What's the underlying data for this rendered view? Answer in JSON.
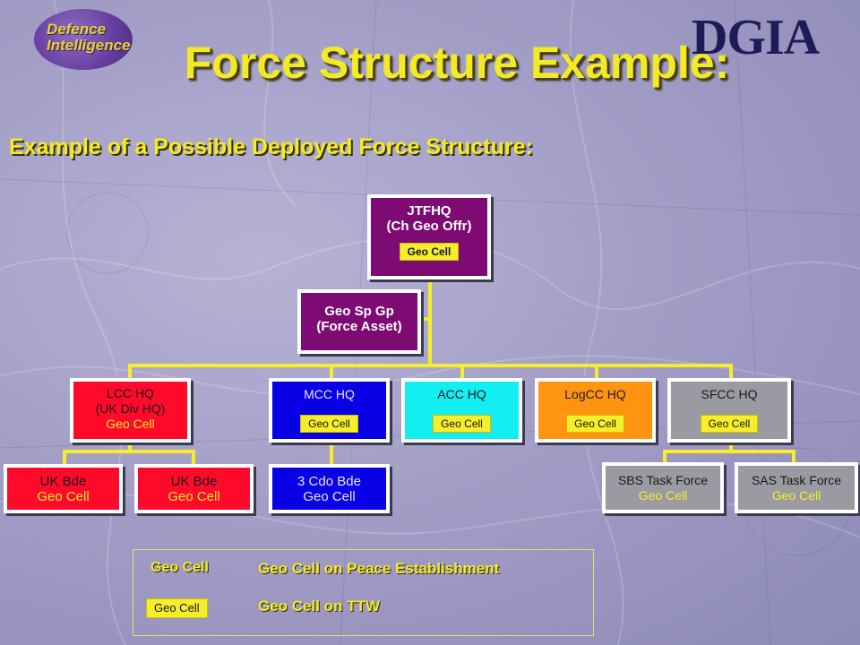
{
  "header": {
    "logo_left_text": "Defence Intelligence",
    "logo_right_text": "DGIA",
    "title": "Force Structure Example:",
    "subtitle": "Example of a Possible Deployed Force Structure:"
  },
  "org_chart": {
    "jtfhq": {
      "line1": "JTFHQ",
      "line2": "(Ch Geo Offr)",
      "tag": "Geo Cell"
    },
    "geo_sp_gp": {
      "line1": "Geo Sp Gp",
      "line2": "(Force Asset)"
    },
    "lcc": {
      "line1": "LCC HQ",
      "line2": "(UK Div HQ)",
      "line3": "Geo Cell"
    },
    "mcc": {
      "line1": "MCC HQ",
      "tag": "Geo Cell"
    },
    "acc": {
      "line1": "ACC HQ",
      "tag": "Geo Cell"
    },
    "logcc": {
      "line1": "LogCC HQ",
      "tag": "Geo Cell"
    },
    "sfcc": {
      "line1": "SFCC HQ",
      "tag": "Geo Cell"
    },
    "uk_bde_1": {
      "line1": "UK Bde",
      "line2": "Geo Cell"
    },
    "uk_bde_2": {
      "line1": "UK Bde",
      "line2": "Geo Cell"
    },
    "cdo_bde": {
      "line1": "3 Cdo Bde",
      "line2": "Geo Cell"
    },
    "sbs": {
      "line1": "SBS Task Force",
      "line2": "Geo Cell"
    },
    "sas": {
      "line1": "SAS Task Force",
      "line2": "Geo Cell"
    }
  },
  "legend": {
    "item1_key": "Geo Cell",
    "item1_desc": "Geo Cell on Peace Establishment",
    "item2_key": "Geo Cell",
    "item2_desc": "Geo Cell on TTW"
  },
  "colors": {
    "purple": "#7d0b73",
    "red": "#ff0a2a",
    "blue": "#0a00e6",
    "cyan": "#13eef2",
    "orange": "#ff9410",
    "grey": "#9a9aa2",
    "yellow": "#f6ee2a",
    "title_yellow": "#f2ea25"
  }
}
